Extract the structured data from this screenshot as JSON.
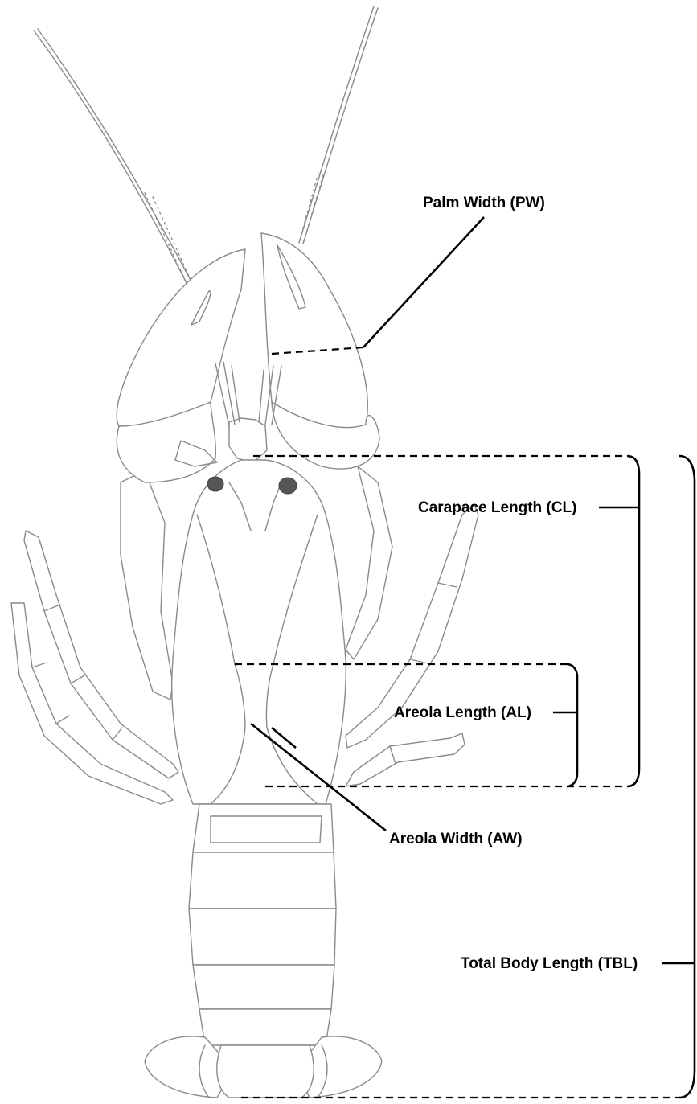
{
  "labels": {
    "palm_width": "Palm Width (PW)",
    "carapace_length": "Carapace Length (CL)",
    "areola_length": "Areola Length (AL)",
    "areola_width": "Areola Width (AW)",
    "total_body_length": "Total Body Length (TBL)"
  },
  "colors": {
    "sketch_line": "#8a8a8a",
    "measurement_line": "#000000",
    "background": "#ffffff"
  }
}
